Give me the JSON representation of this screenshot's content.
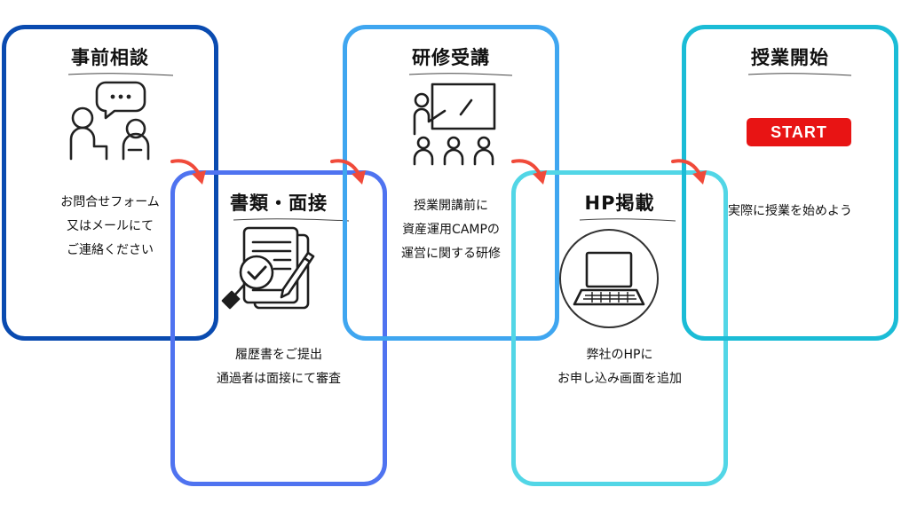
{
  "steps": [
    {
      "title": "事前相談",
      "lines": [
        "お問合せフォーム",
        "又はメールにて",
        "ご連絡ください"
      ],
      "icon": "consultation-icon"
    },
    {
      "title": "書類・面接",
      "lines": [
        "履歴書をご提出",
        "通過者は面接にて審査"
      ],
      "icon": "document-review-icon"
    },
    {
      "title": "研修受講",
      "lines": [
        "授業開講前に",
        "資産運用CAMPの",
        "運営に関する研修"
      ],
      "icon": "training-presentation-icon"
    },
    {
      "title": "HP掲載",
      "lines": [
        "弊社のHPに",
        "お申し込み画面を追加"
      ],
      "icon": "laptop-icon"
    },
    {
      "title": "授業開始",
      "lines": [
        "実際に授業を始めよう"
      ],
      "icon": "start-badge",
      "badge": "START"
    }
  ],
  "colors": {
    "step1": "#0a4bb0",
    "step2": "#4f73f0",
    "step3": "#3fa6f0",
    "step4": "#52d6e6",
    "step5": "#1bbcd6",
    "arrow": "#f04a3a",
    "start_badge": "#e81414"
  }
}
